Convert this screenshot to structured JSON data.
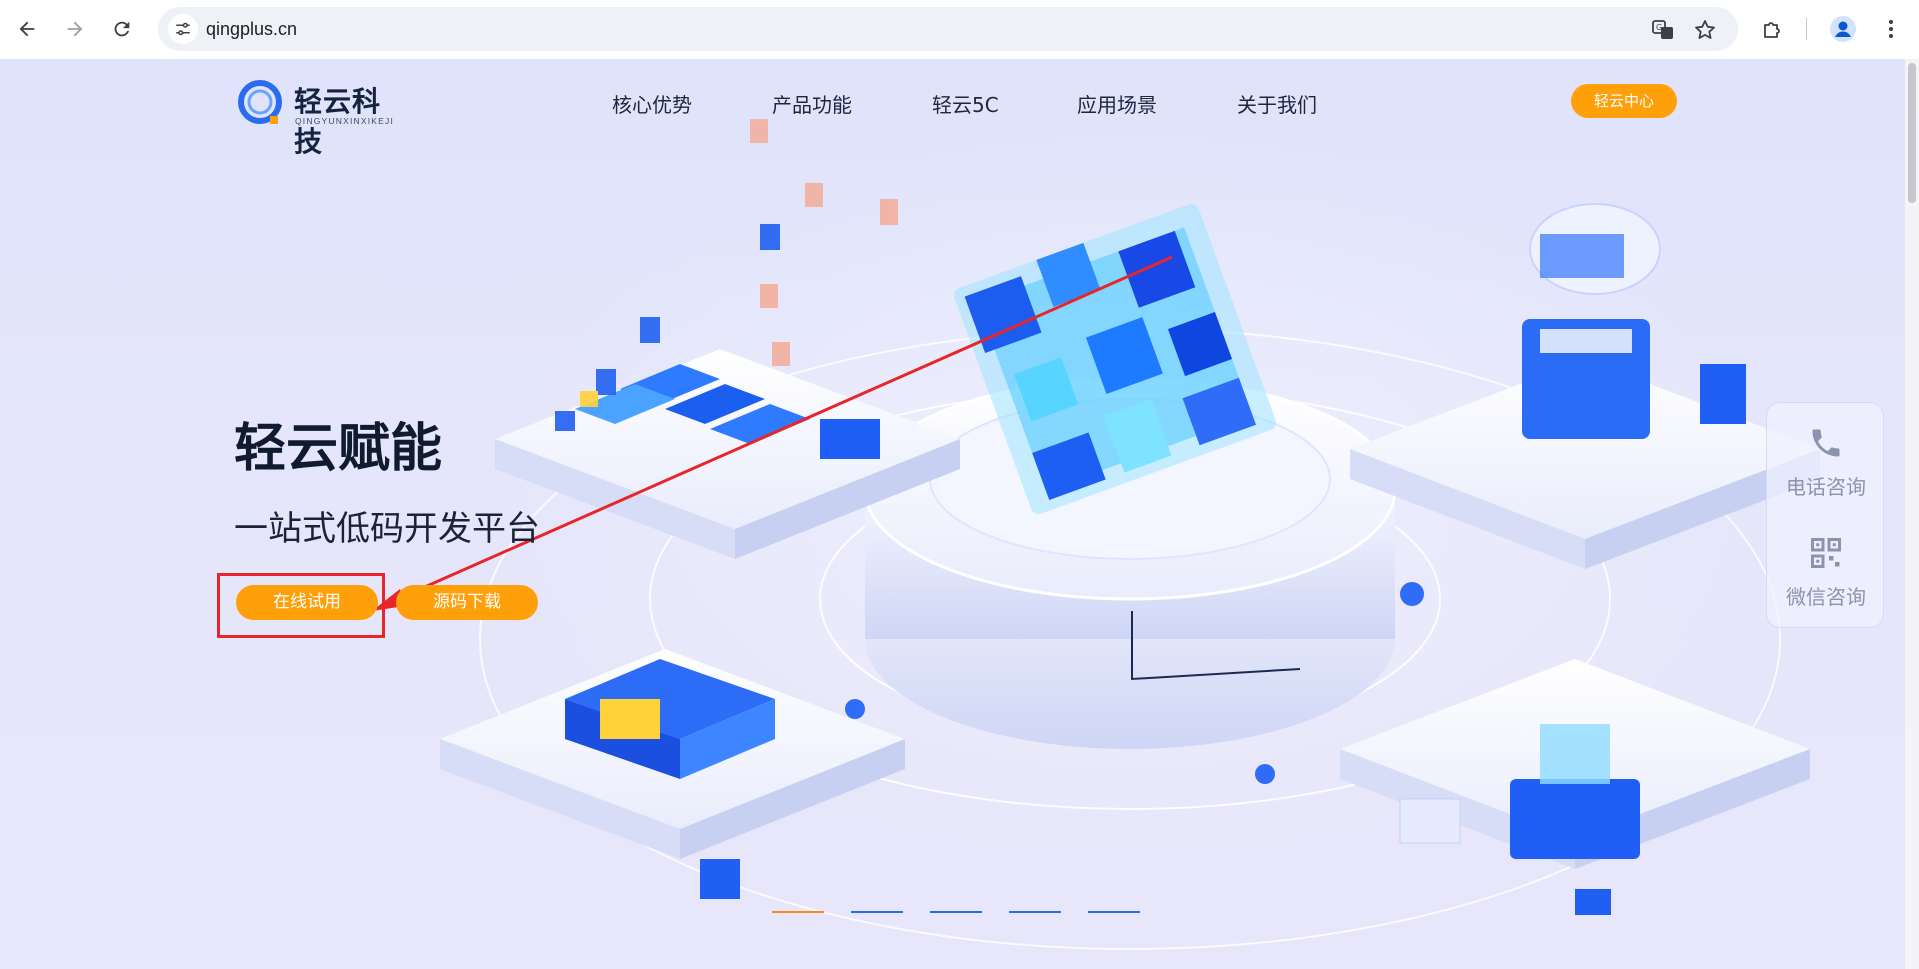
{
  "browser": {
    "url": "qingplus.cn"
  },
  "site": {
    "logo": {
      "title": "轻云科技",
      "subtitle": "QINGYUNXINXIKEJI"
    },
    "nav": [
      {
        "label": "核心优势"
      },
      {
        "label": "产品功能"
      },
      {
        "label": "轻云5C"
      },
      {
        "label": "应用场景"
      },
      {
        "label": "关于我们"
      }
    ],
    "center_button": "轻云中心"
  },
  "hero": {
    "title": "轻云赋能",
    "subtitle": "一站式低码开发平台",
    "buttons": {
      "try_online": "在线试用",
      "source_download": "源码下载"
    }
  },
  "side_float": {
    "phone": "电话咨询",
    "wechat": "微信咨询"
  },
  "carousel": {
    "slide_count": 5,
    "active_index": 0
  },
  "colors": {
    "accent_orange": "#ff9f0a",
    "annotation_red": "#e8262a",
    "brand_blue": "#2a6cf0"
  }
}
